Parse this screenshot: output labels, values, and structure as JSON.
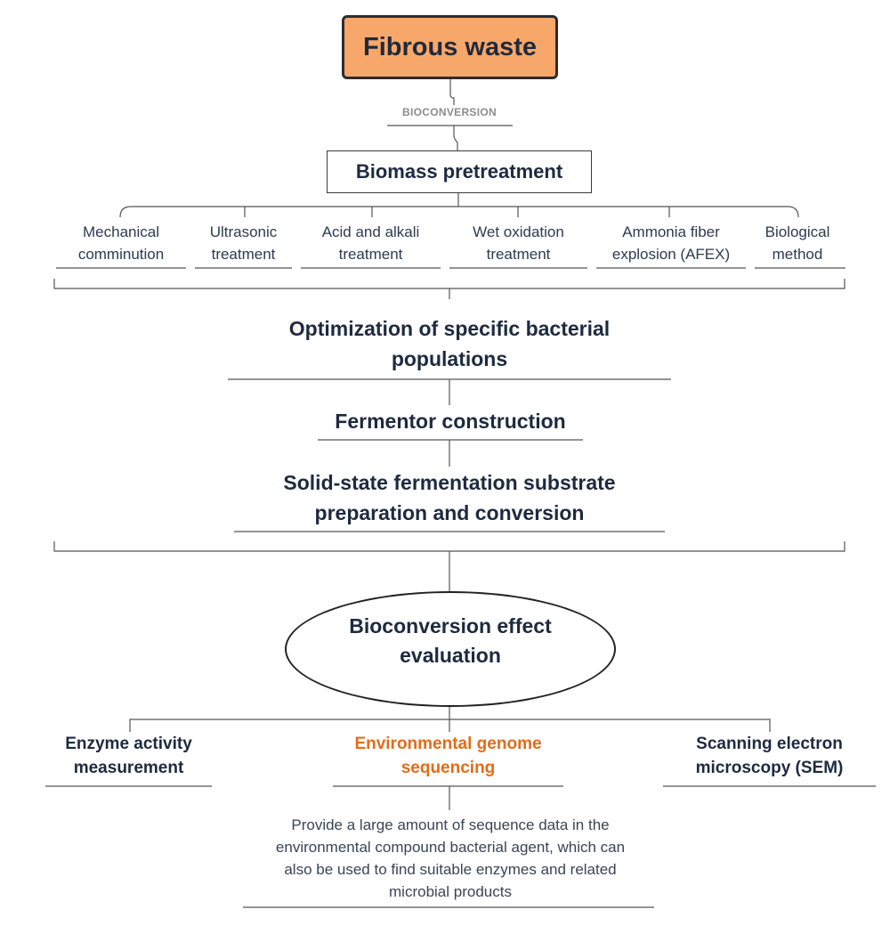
{
  "root": {
    "label": "Fibrous waste"
  },
  "connector_label": "BIOCONVERSION",
  "pretreatment": {
    "title": "Biomass pretreatment",
    "methods": [
      {
        "line1": "Mechanical",
        "line2": "comminution"
      },
      {
        "line1": "Ultrasonic",
        "line2": "treatment"
      },
      {
        "line1": "Acid and alkali",
        "line2": "treatment"
      },
      {
        "line1": "Wet oxidation",
        "line2": "treatment"
      },
      {
        "line1": "Ammonia fiber",
        "line2": "explosion (AFEX)"
      },
      {
        "line1": "Biological",
        "line2": "method"
      }
    ]
  },
  "steps": [
    {
      "line1": "Optimization of specific bacterial",
      "line2": "populations"
    },
    {
      "line1": "Fermentor construction"
    },
    {
      "line1": "Solid-state fermentation substrate",
      "line2": "preparation and conversion"
    }
  ],
  "evaluation": {
    "line1": "Bioconversion effect",
    "line2": "evaluation"
  },
  "outcomes": [
    {
      "line1": "Enzyme activity",
      "line2": "measurement"
    },
    {
      "line1": "Environmental genome",
      "line2": "sequencing"
    },
    {
      "line1": "Scanning electron",
      "line2": "microscopy (SEM)"
    }
  ],
  "sequencing_note": {
    "line1": "Provide a large amount of sequence data in the",
    "line2": "environmental compound bacterial agent, which can",
    "line3": "also be used to find suitable enzymes and related",
    "line4": "microbial products"
  },
  "colors": {
    "root_fill": "#f8a76b",
    "highlight": "#e36c17",
    "text": "#1e2a3f"
  }
}
